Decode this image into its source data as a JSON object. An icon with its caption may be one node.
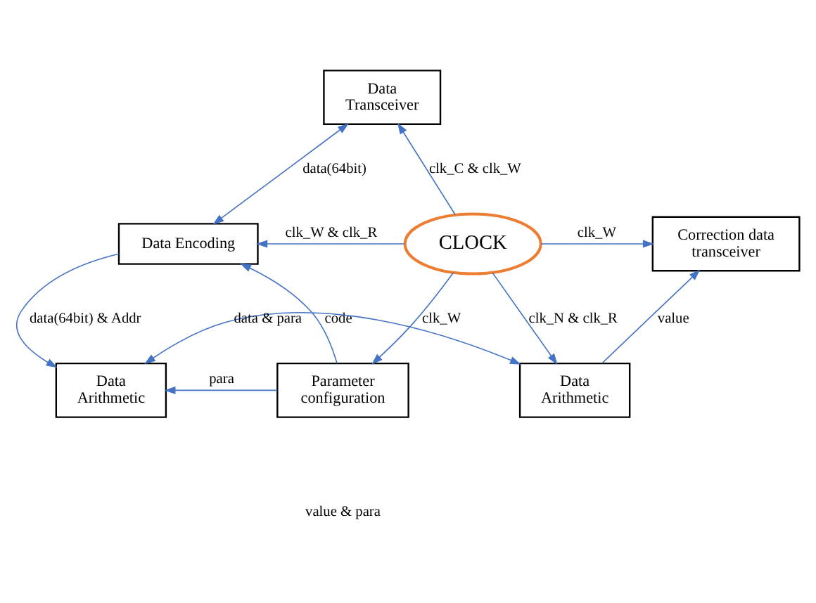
{
  "diagram": {
    "nodes": [
      {
        "text": [
          "Data Transceiver"
        ]
      },
      {
        "text": [
          "Data Encoding"
        ]
      },
      {
        "text": [
          "CLOCK"
        ]
      },
      {
        "text": [
          "Correction data transceiver"
        ]
      },
      {
        "text": [
          "Data Arithmetic"
        ]
      },
      {
        "text": [
          "Parameter configuration"
        ]
      },
      {
        "text": [
          "Data Arithmetic"
        ]
      }
    ],
    "edges": [
      {
        "from": 1,
        "to": 0,
        "arrow": "both",
        "label": "data(64bit)"
      },
      {
        "from": 2,
        "to": 0,
        "arrow": "to",
        "label": "clk_C & clk_W"
      },
      {
        "from": 2,
        "to": 1,
        "arrow": "to",
        "label": "clk_W & clk_R"
      },
      {
        "from": 2,
        "to": 3,
        "arrow": "to",
        "label": "clk_W"
      },
      {
        "from": 1,
        "to": 4,
        "arrow": "to",
        "label": "data(64bit) & Addr"
      },
      {
        "from": 5,
        "to": 1,
        "arrow": "to",
        "label": "code"
      },
      {
        "from": 2,
        "to": 5,
        "arrow": "to",
        "label": "clk_W"
      },
      {
        "from": 2,
        "to": 6,
        "arrow": "to",
        "label": "clk_N & clk_R"
      },
      {
        "from": 6,
        "to": 3,
        "arrow": "to",
        "label": "value"
      },
      {
        "from": 5,
        "to": 4,
        "arrow": "to",
        "label": "para"
      },
      {
        "from": 4,
        "to": 6,
        "arrow": "both",
        "label": "data & para"
      }
    ],
    "labels": [
      "value & para"
    ]
  }
}
